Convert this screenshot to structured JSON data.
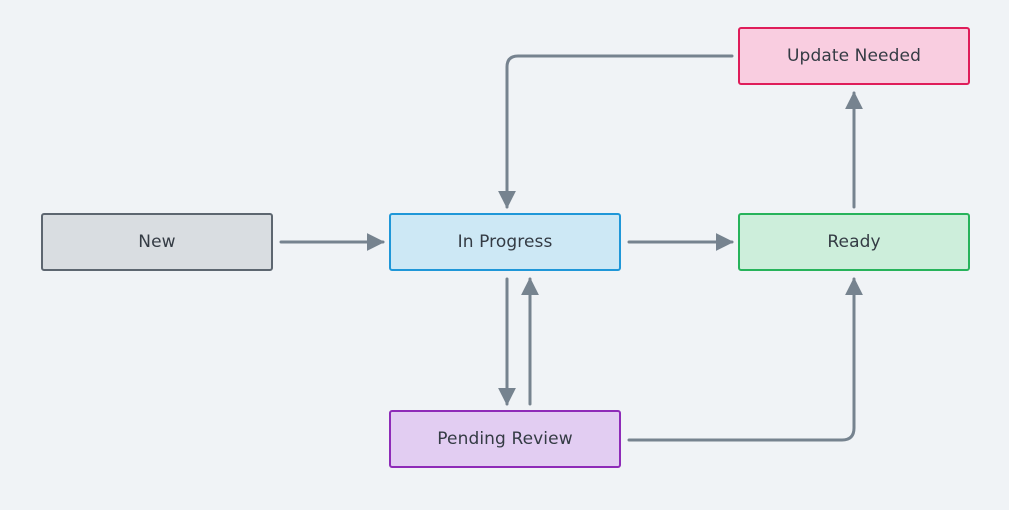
{
  "diagram": {
    "nodes": [
      {
        "id": "new",
        "label": "New",
        "fill": "#d9dde1",
        "stroke": "#5d6670"
      },
      {
        "id": "in_progress",
        "label": "In Progress",
        "fill": "#cde8f5",
        "stroke": "#1f97d8"
      },
      {
        "id": "ready",
        "label": "Ready",
        "fill": "#cdeedb",
        "stroke": "#27b35b"
      },
      {
        "id": "update_needed",
        "label": "Update Needed",
        "fill": "#f9cde0",
        "stroke": "#df1d5a"
      },
      {
        "id": "pending_review",
        "label": "Pending Review",
        "fill": "#e2cdf2",
        "stroke": "#8e2bb8"
      }
    ],
    "edges": [
      {
        "from": "new",
        "to": "in_progress"
      },
      {
        "from": "in_progress",
        "to": "ready"
      },
      {
        "from": "ready",
        "to": "update_needed"
      },
      {
        "from": "update_needed",
        "to": "in_progress"
      },
      {
        "from": "in_progress",
        "to": "pending_review"
      },
      {
        "from": "pending_review",
        "to": "in_progress"
      },
      {
        "from": "pending_review",
        "to": "ready"
      }
    ],
    "edge_color": "#76838f"
  }
}
